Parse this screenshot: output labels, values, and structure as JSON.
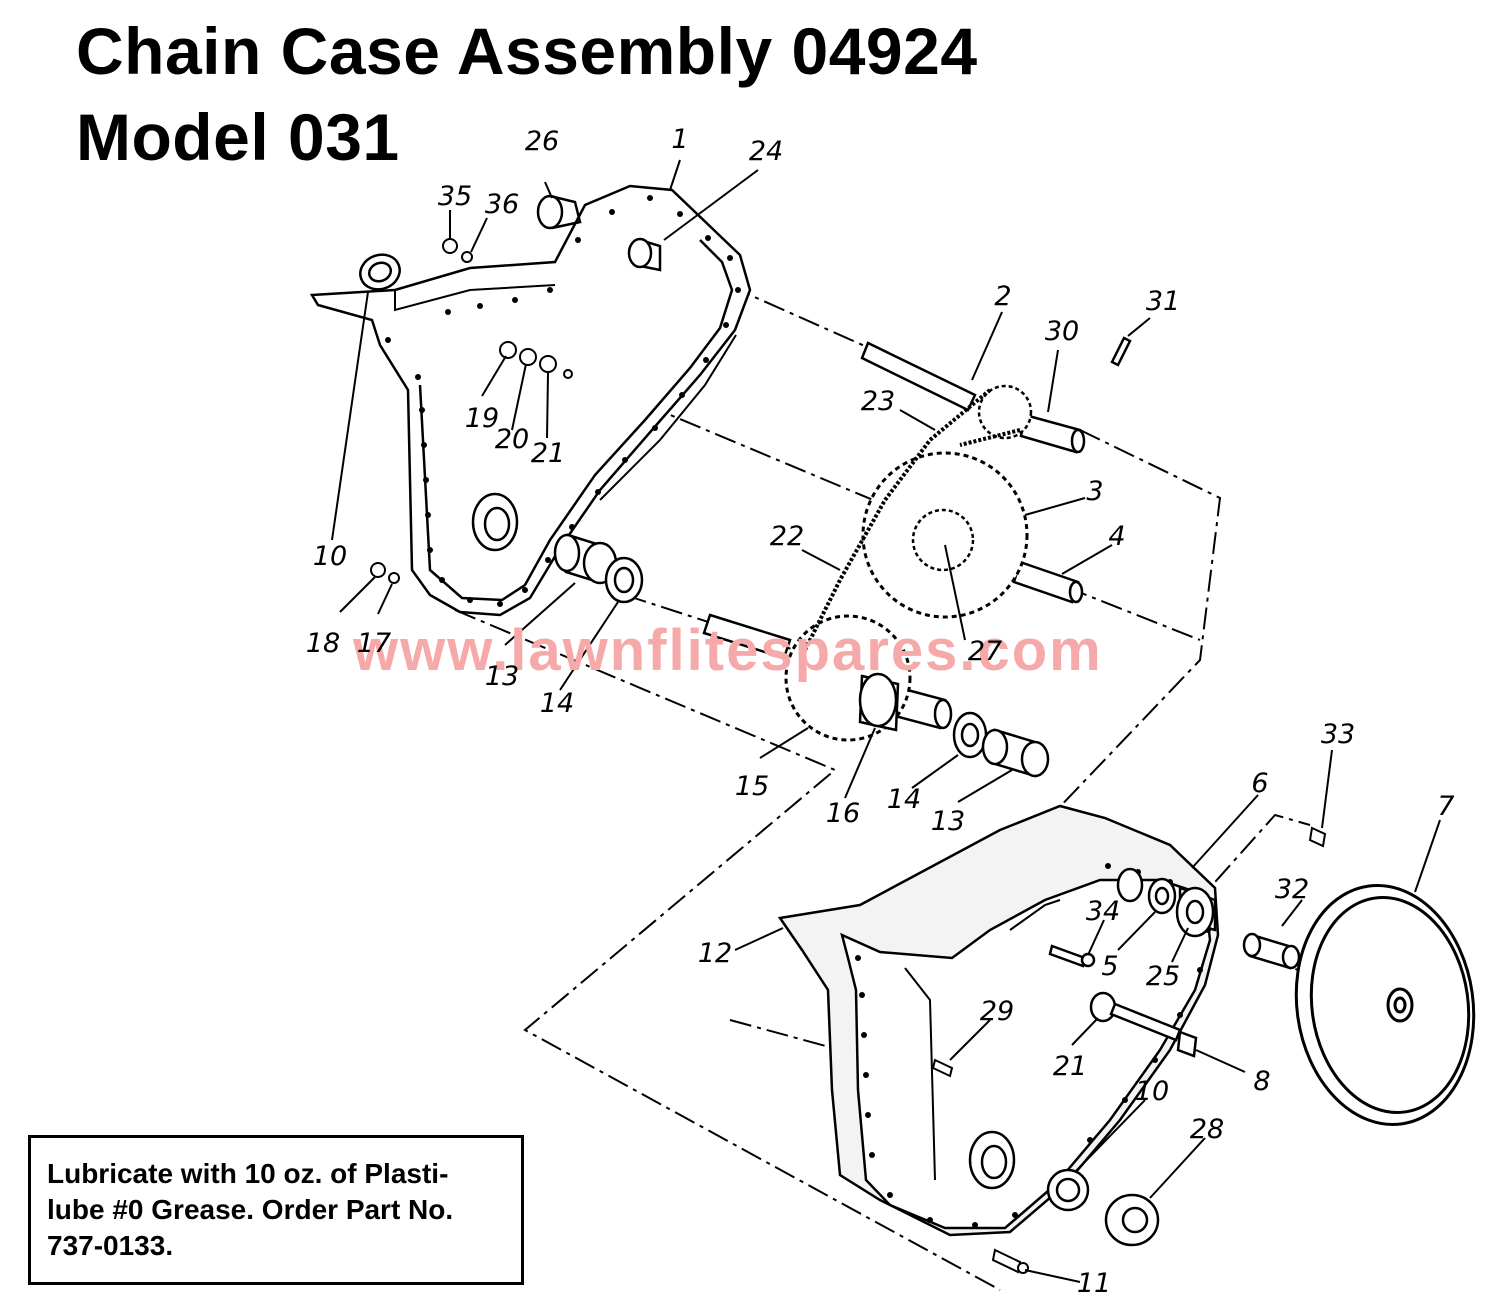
{
  "title_line1": "Chain Case Assembly 04924",
  "title_line2": "Model 031",
  "watermark": "www.lawnflitespares.com",
  "note": "Lubricate with 10 oz. of Plasti-lube #0 Grease. Order Part No. 737-0133.",
  "callouts": {
    "c1": "1",
    "c2": "2",
    "c3": "3",
    "c4": "4",
    "c5": "5",
    "c6": "6",
    "c7": "7",
    "c8": "8",
    "c10a": "10",
    "c10b": "10",
    "c11": "11",
    "c12": "12",
    "c13a": "13",
    "c13b": "13",
    "c14a": "14",
    "c14b": "14",
    "c15": "15",
    "c16": "16",
    "c17": "17",
    "c18": "18",
    "c19": "19",
    "c20": "20",
    "c21a": "21",
    "c21b": "21",
    "c22": "22",
    "c23": "23",
    "c24": "24",
    "c25": "25",
    "c26": "26",
    "c27": "27",
    "c28": "28",
    "c29": "29",
    "c30": "30",
    "c31": "31",
    "c32": "32",
    "c33": "33",
    "c34": "34",
    "c35": "35",
    "c36": "36"
  }
}
